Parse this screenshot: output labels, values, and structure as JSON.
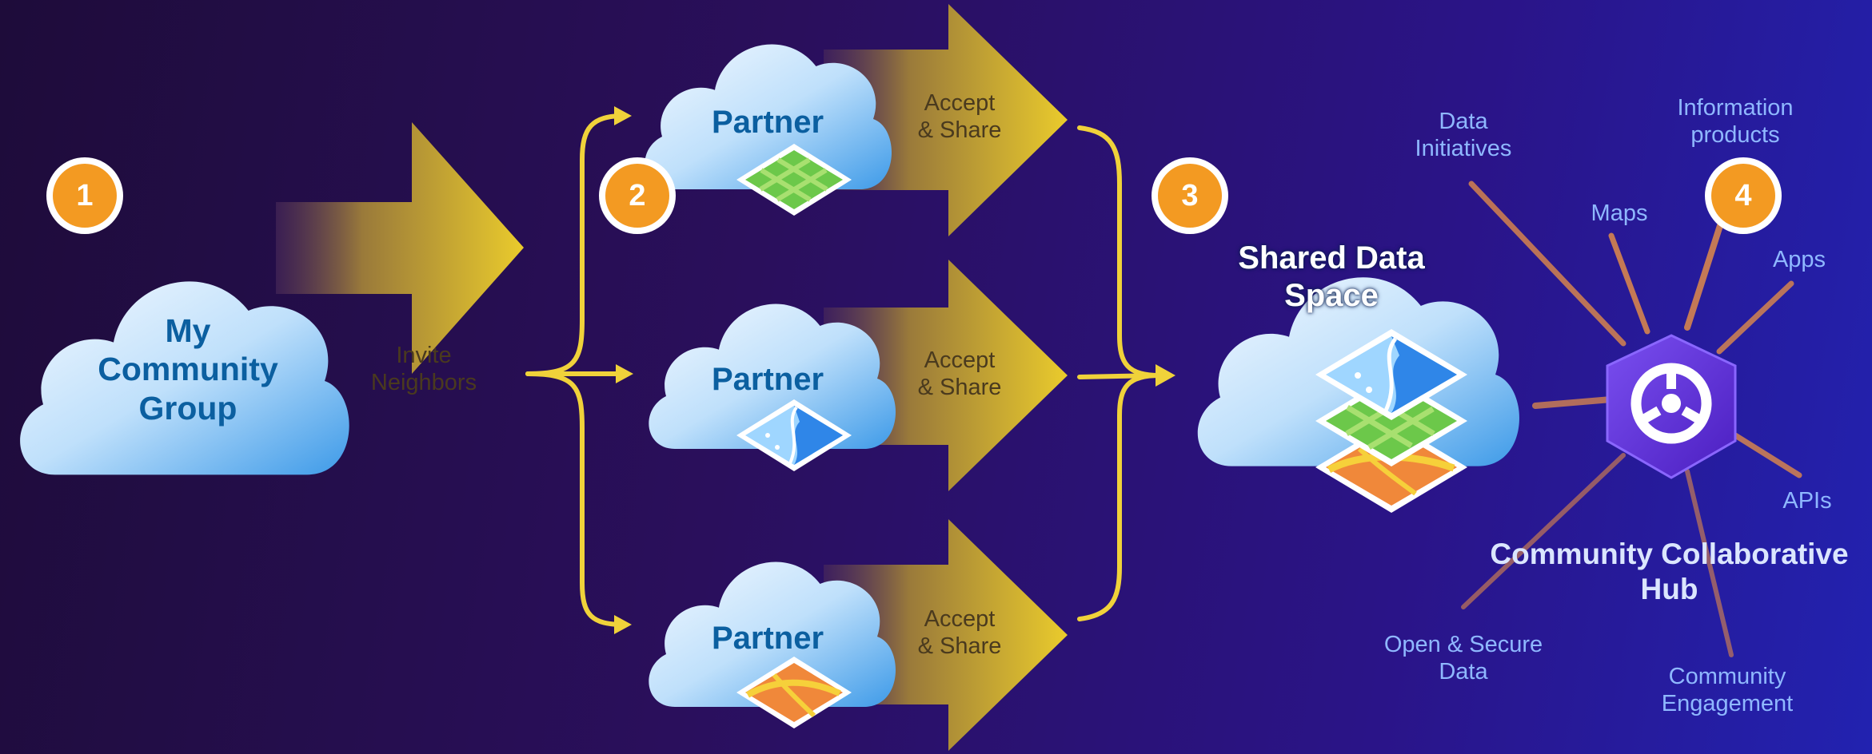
{
  "steps": [
    "1",
    "2",
    "3",
    "4"
  ],
  "source": {
    "title_lines": [
      "My",
      "Community",
      "Group"
    ],
    "arrow_label_lines": [
      "Invite",
      "Neighbors"
    ]
  },
  "partners": [
    {
      "title": "Partner",
      "arrow_label_lines": [
        "Accept",
        "& Share"
      ],
      "icon": "green-grid-map-tile-icon"
    },
    {
      "title": "Partner",
      "arrow_label_lines": [
        "Accept",
        "& Share"
      ],
      "icon": "blue-water-map-tile-icon"
    },
    {
      "title": "Partner",
      "arrow_label_lines": [
        "Accept",
        "& Share"
      ],
      "icon": "orange-roads-map-tile-icon"
    }
  ],
  "shared_space": {
    "title_lines": [
      "Shared Data",
      "Space"
    ],
    "icon": "stacked-map-layers-icon"
  },
  "hub": {
    "title_lines": [
      "Community Collaborative",
      "Hub"
    ],
    "icon": "hub-hexagon-icon",
    "spokes": [
      {
        "lines": [
          "Data",
          "Initiatives"
        ]
      },
      {
        "lines": [
          "Maps"
        ]
      },
      {
        "lines": [
          "Information",
          "products"
        ]
      },
      {
        "lines": [
          "Apps"
        ]
      },
      {
        "lines": [
          "APIs"
        ]
      },
      {
        "lines": [
          "Community",
          "Engagement"
        ]
      },
      {
        "lines": [
          "Open & Secure",
          "Data"
        ]
      }
    ]
  },
  "colors": {
    "badge": "#f39a22",
    "arrow_gold": "#e6c72e",
    "connector": "#f0d23a",
    "cloud_text": "#0b5fa0",
    "spoke_text": "#8fb8ff",
    "hub_purple": "#6a3de0"
  }
}
